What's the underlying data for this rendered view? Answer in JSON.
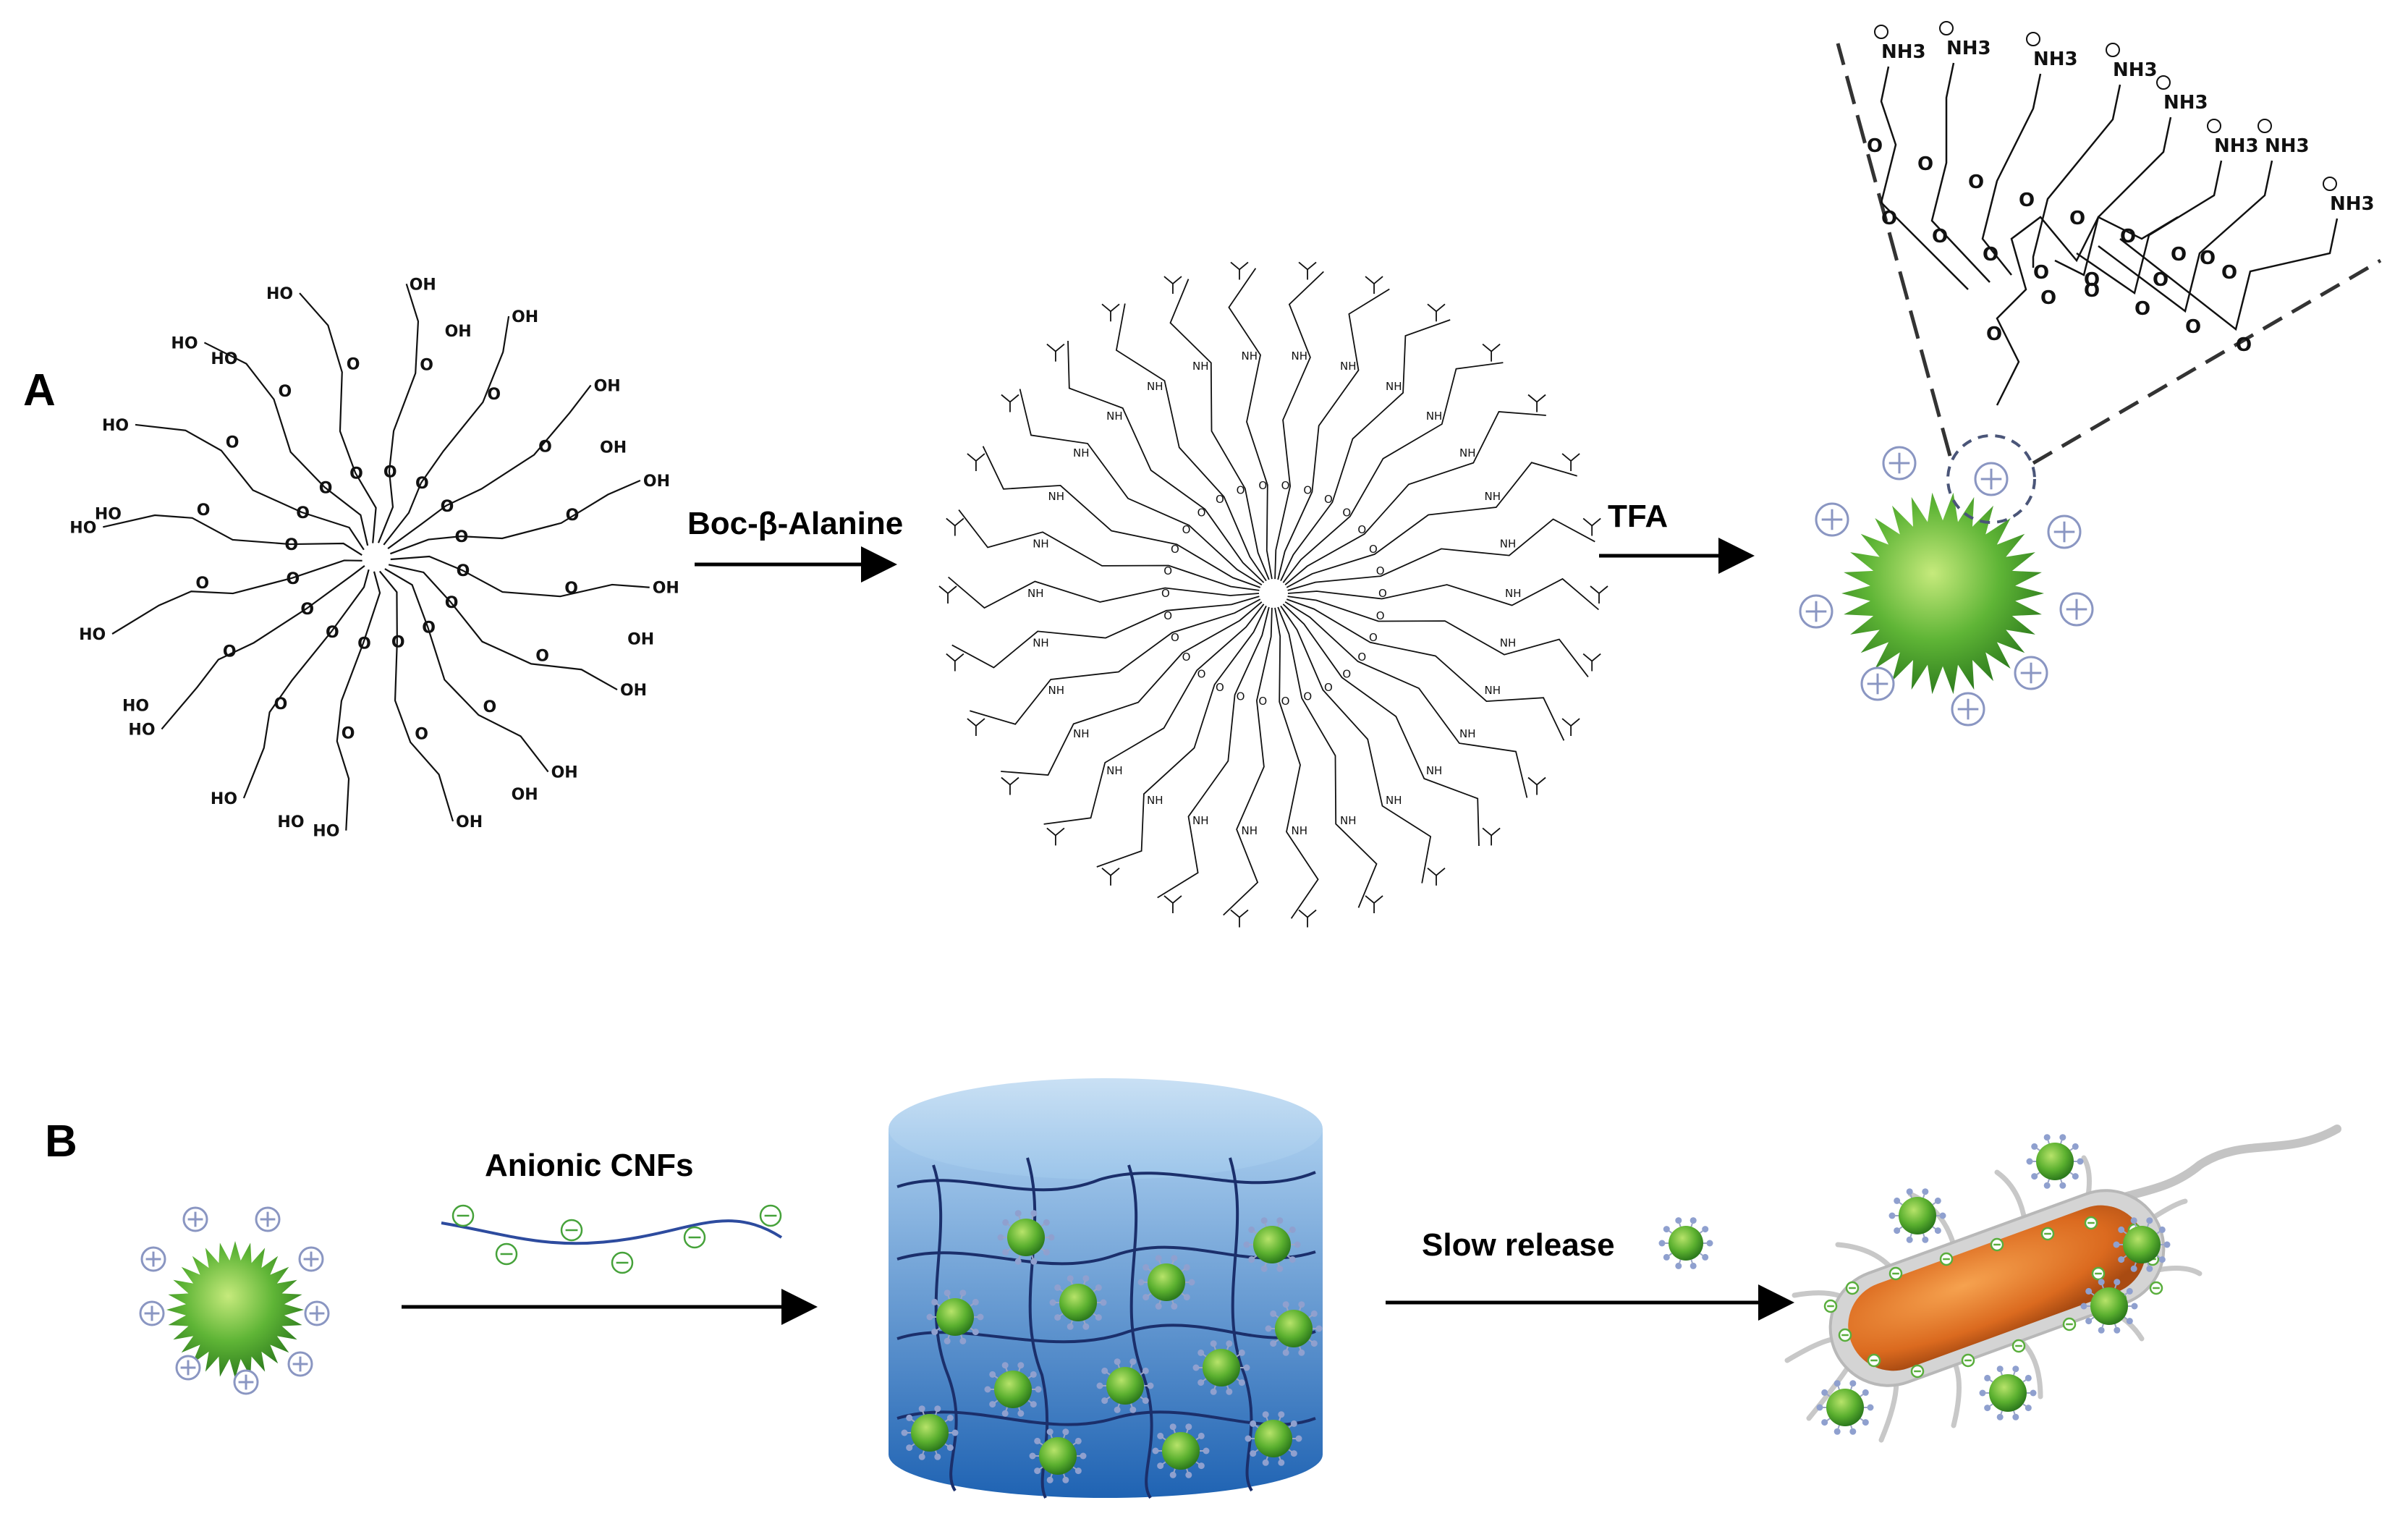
{
  "panels": {
    "a": {
      "label": "A"
    },
    "b": {
      "label": "B"
    }
  },
  "steps": {
    "boc": "Boc-β-Alanine",
    "tfa": "TFA",
    "cnf": "Anionic CNFs",
    "release": "Slow release"
  },
  "structure_labels": {
    "hydroxyl": "HO",
    "hydroxyl_right": "OH",
    "ester_o": "O",
    "amine": "NH",
    "ammonium": "NH3",
    "ammonium_sub": "3"
  },
  "charges": {
    "positive": "⊕",
    "negative": "⊖"
  },
  "colors": {
    "dendrimer_green": "#3f9a2a",
    "dendrimer_light": "#b4e06c",
    "positive_charge": "#8a96c2",
    "cnf_line": "#2d4b9e",
    "hydrogel_top": "#b8d6f0",
    "hydrogel_body": "#2e79c7",
    "bacterium_body": "#e07a2c",
    "bacterium_membrane": "#c8c8c8"
  }
}
